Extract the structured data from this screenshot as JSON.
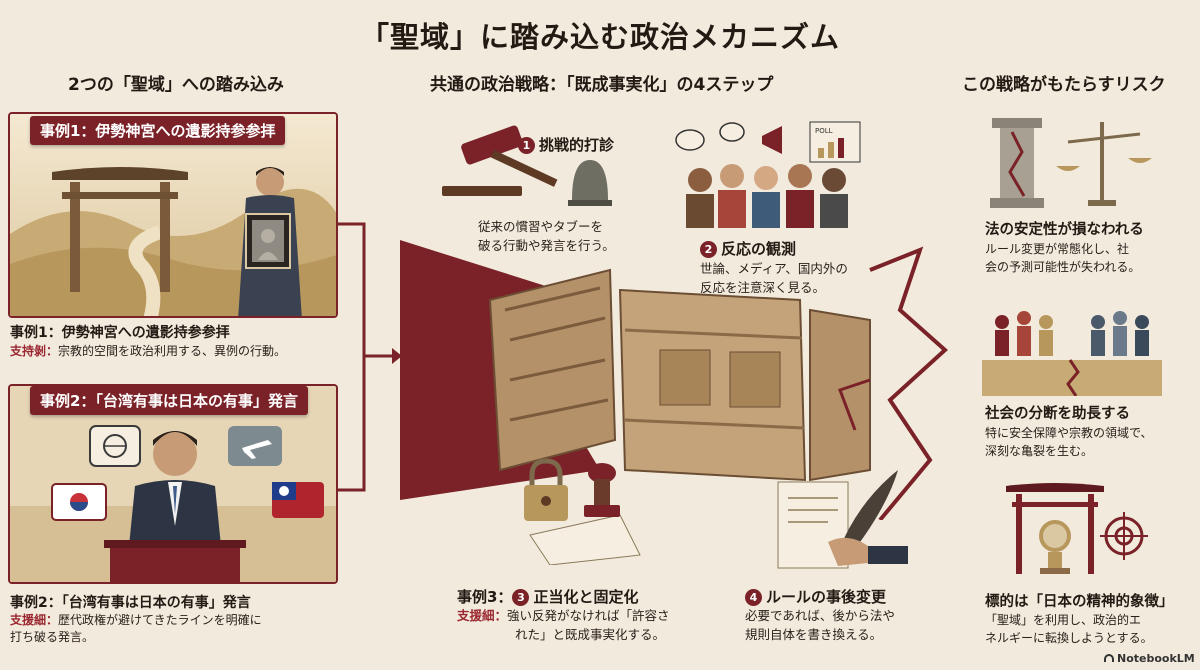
{
  "title": "「聖域」に踏み込む政治メカニズム",
  "columns": {
    "left": "2つの「聖域」への踏み込み",
    "center": "共通の政治戦略：「既成事実化」の4ステップ",
    "right": "この戦略がもたらすリスク"
  },
  "cases": [
    {
      "banner": "事例1：伊勢神宮への遺影持参参拝",
      "title": "事例1：伊勢神宮への遺影持参参拝",
      "label": "支持剝：",
      "text": "宗教的空間を政治利用する、異例の行動。"
    },
    {
      "banner": "事例2：「台湾有事は日本の有事」発言",
      "title": "事例2：「台湾有事は日本の有事」発言",
      "label": "支援細：",
      "text1": "歴代政権が避けてきたラインを明確に",
      "text2": "打ち破る発言。"
    }
  ],
  "steps": [
    {
      "num": "1",
      "title": "挑戦的打診",
      "desc1": "従来の慣習やタブーを",
      "desc2": "破る行動や発言を行う。"
    },
    {
      "num": "2",
      "title": "反応の観測",
      "desc1": "世論、メディア、国内外の",
      "desc2": "反応を注意深く見る。"
    },
    {
      "prefix": "事例3：",
      "num": "3",
      "title": "正当化と固定化",
      "label": "支援細：",
      "desc1": "強い反発がなければ「許容さ",
      "desc2": "れた」と既成事実化する。"
    },
    {
      "num": "4",
      "title": "ルールの事後変更",
      "desc1": "必要であれば、後から法や",
      "desc2": "規則自体を書き換える。"
    }
  ],
  "poll_label": "POLL",
  "risks": [
    {
      "title": "法の安定性が損なわれる",
      "desc1": "ルール変更が常態化し、社",
      "desc2": "会の予測可能性が失われる。"
    },
    {
      "title": "社会の分断を助長する",
      "desc1": "特に安全保障や宗教の領域で、",
      "desc2": "深刻な亀裂を生む。"
    },
    {
      "title": "標的は「日本の精神的象徴」",
      "desc1": "「聖域」を利用し、政治的エ",
      "desc2": "ネルギーに転換しようとする。"
    }
  ],
  "footer": "NotebookLM",
  "colors": {
    "accent": "#7a2228",
    "background": "#f2ebdd",
    "gold": "#b8975d"
  }
}
